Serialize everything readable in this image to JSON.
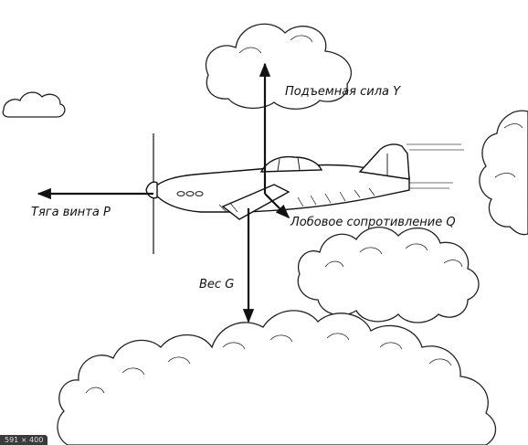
{
  "diagram": {
    "labels": {
      "lift": "Подъемная сила Y",
      "thrust": "Тяга винта P",
      "drag": "Лобовое сопротивление Q",
      "weight": "Вес G"
    }
  },
  "image_size_badge": "591 × 400"
}
